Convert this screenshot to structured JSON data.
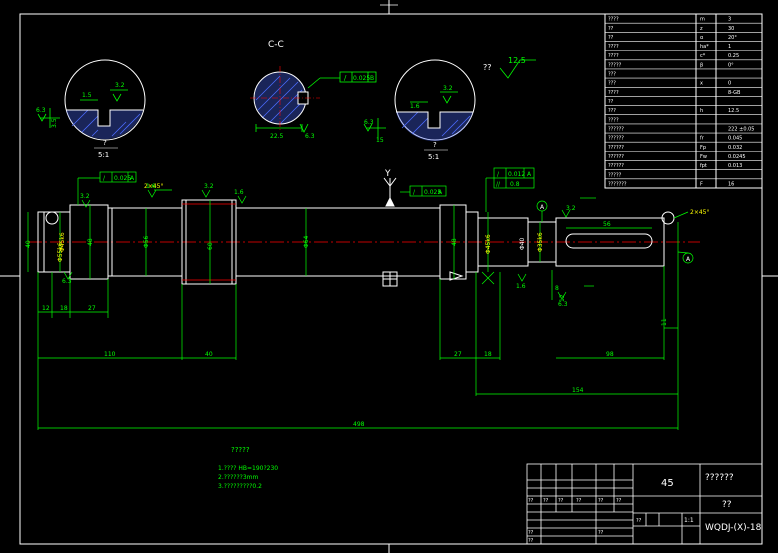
{
  "colors": {
    "background": "#000000",
    "frame": "#ffffff",
    "dimension": "#00ff00",
    "centerline": "#ff0000",
    "hatch": "#4b6bff",
    "highlight": "#ffff00"
  },
  "views": {
    "section_title": "C-C",
    "detail_scale_left": "5:1",
    "detail_scale_right": "5:1",
    "detail_mark_left": "?",
    "detail_mark_right": "?",
    "roughness_other_marks": "??",
    "roughness_other_value": "12.5",
    "section_view_label": "Y"
  },
  "detail_left": {
    "dims": [
      "1.5",
      "3.2",
      "6.3",
      "3.5",
      "1.5"
    ]
  },
  "detail_right": {
    "dims": [
      "1.6",
      "3.2",
      "6.3",
      "15",
      "1.6"
    ]
  },
  "section": {
    "tolerance_symbol": "/",
    "tolerance_value": "0.025",
    "tolerance_datum": "B",
    "dims": [
      "22.5",
      "6.3"
    ]
  },
  "shaft_annotations": {
    "runout_left": {
      "symbol": "/",
      "value": "0.025",
      "datum": "A"
    },
    "runout_mid": {
      "symbol": "/",
      "value": "0.025",
      "datum": "A"
    },
    "runout_right_a": {
      "symbol": "/",
      "value": "0.012",
      "datum": "A"
    },
    "runout_right_b": {
      "symbol": "//",
      "value": "0.8",
      "datum": ""
    },
    "chamfer_left": "2×45°",
    "chamfer_right": "2×45°",
    "roughness_notes": [
      "3.2",
      "1.6",
      "3.2",
      "1.6",
      "6.3",
      "3.2",
      "1.6",
      "6.3"
    ],
    "datum_labels": [
      "A",
      "B"
    ],
    "diameters_left": [
      "40",
      "Φ45k6",
      "48",
      "Φ56",
      "60",
      "Φ55k6"
    ],
    "diameters_mid": [
      "Φ64",
      "48"
    ],
    "diameters_right": [
      "Φ45k6",
      "Φ40",
      "Φ35k6"
    ],
    "keyway_dims": [
      "56",
      "8",
      "12"
    ],
    "dims_bottom_small": [
      "12",
      "18",
      "27"
    ],
    "dims_bottom_row": [
      "110",
      "40",
      "27",
      "18",
      "98"
    ],
    "dim_span_right": "154",
    "dim_total": "498",
    "dim_right_small": "11"
  },
  "tech_requirements": {
    "title": "?????",
    "lines": [
      "1.???? HB=190?230",
      "2.??????3mm",
      "3.?????????0.2"
    ]
  },
  "param_table": {
    "rows": [
      [
        "????",
        "m",
        "3"
      ],
      [
        "??",
        "z",
        "30"
      ],
      [
        "??",
        "α",
        "20°"
      ],
      [
        "????",
        "ha*",
        "1"
      ],
      [
        "????",
        "c*",
        "0.25"
      ],
      [
        "?????",
        "β",
        "0°"
      ],
      [
        "???",
        "",
        ""
      ],
      [
        "???",
        "x",
        "0"
      ],
      [
        "????",
        "",
        "8-GB"
      ],
      [
        "??",
        "",
        ""
      ],
      [
        "???",
        "h",
        "12.5"
      ],
      [
        "????",
        "",
        ""
      ],
      [
        "??????",
        "",
        "222 ±0.05"
      ],
      [
        "??????",
        "fr",
        "0.045"
      ],
      [
        "??????",
        "Fp",
        "0.032"
      ],
      [
        "??????",
        "Fw",
        "0.0245"
      ],
      [
        "??????",
        "fpt",
        "0.013"
      ],
      [
        "?????",
        "",
        ""
      ],
      [
        "???????",
        "F",
        "16"
      ]
    ]
  },
  "title_block": {
    "material": "45",
    "part_name": "??????",
    "company": "??",
    "drawing_number": "WQDJ-(X)-18",
    "scale": "1:1",
    "labels": [
      "??",
      "??",
      "??",
      "??",
      "??",
      "??",
      "??",
      "??",
      "??",
      "??"
    ]
  }
}
